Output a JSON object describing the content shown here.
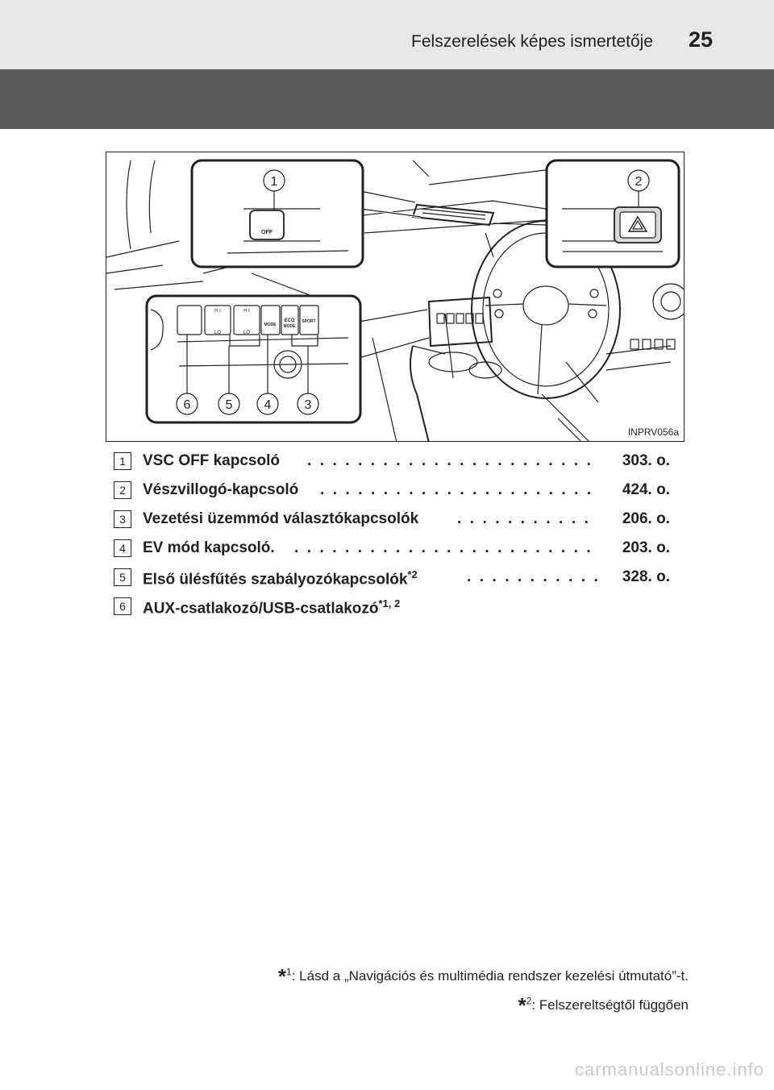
{
  "header": {
    "title": "Felszerelések képes ismertetője",
    "page_number": "25"
  },
  "illustration": {
    "code": "INPRV056a",
    "callouts": [
      "1",
      "2",
      "3",
      "4",
      "5",
      "6"
    ],
    "switch_labels": {
      "off": "OFF",
      "hi": "H I",
      "lo": "LO",
      "mode": "MODE",
      "eco": "ECO",
      "eco_mode": "MODE",
      "sport": "SPORT"
    }
  },
  "items": [
    {
      "num": "1",
      "label": "VSC OFF kapcsoló",
      "sup": "",
      "page": "303. o."
    },
    {
      "num": "2",
      "label": "Vészvillogó-kapcsoló",
      "sup": "",
      "page": "424. o."
    },
    {
      "num": "3",
      "label": "Vezetési üzemmód választókapcsolók",
      "sup": "",
      "page": "206. o."
    },
    {
      "num": "4",
      "label": "EV mód kapcsoló.",
      "sup": "",
      "page": "203. o."
    },
    {
      "num": "5",
      "label": "Első ülésfűtés szabályozókapcsolók",
      "sup": "*2",
      "page": "328. o."
    },
    {
      "num": "6",
      "label": "AUX-csatlakozó/USB-csatlakozó",
      "sup": "*1, 2",
      "page": ""
    }
  ],
  "footnotes": [
    {
      "star": "*",
      "mark": "1",
      "text": ": Lásd a „Navigációs és multimédia rendszer kezelési útmutató”-t."
    },
    {
      "star": "*",
      "mark": "2",
      "text": ": Felszereltségtől függően"
    }
  ],
  "watermark": "carmanualsonline.info"
}
